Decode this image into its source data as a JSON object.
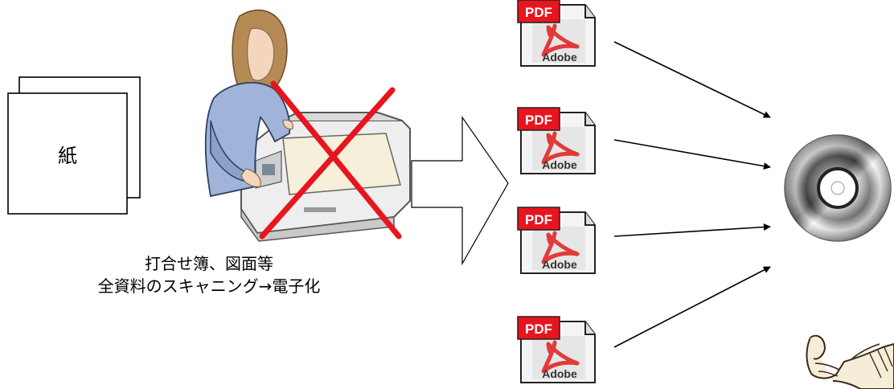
{
  "paper": {
    "label": "紙"
  },
  "caption": {
    "line1": "打合せ簿、図面等",
    "line2": "全資料のスキャニング→電子化"
  },
  "pdf_icon": {
    "badge": "PDF",
    "brand": "Adobe"
  },
  "pdf_icon_count": 4,
  "colors": {
    "cross": "#e8141e",
    "pdf_badge": "#e8141e",
    "acrobat": "#e23a3a",
    "suit": "#9fb4d8",
    "hair": "#b58a55",
    "scanner": "#eeeeee"
  },
  "icons": [
    "paper-stack-icon",
    "woman-scanning-icon",
    "red-cross-icon",
    "block-arrow-icon",
    "pdf-file-icon",
    "arrow-icon",
    "cd-disc-icon",
    "thumbs-up-icon"
  ]
}
